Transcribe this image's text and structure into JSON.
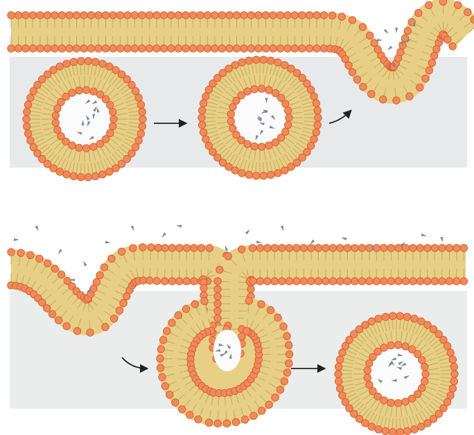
{
  "diagram": {
    "panels": [
      {
        "id": "top",
        "description_key": "vesicle-fusion",
        "steps": [
          "vesicle",
          "vesicle",
          "membrane-fusion"
        ]
      },
      {
        "id": "bottom",
        "description_key": "endocytosis",
        "steps": [
          "invagination",
          "budding-vesicle",
          "vesicle"
        ]
      }
    ],
    "colors": {
      "background_band": "#e8e9ea",
      "head_fill": "#f08a5d",
      "head_stroke": "#d9622e",
      "tail_layer": "#e7cf86",
      "tail_stroke": "#c9b061",
      "lumen": "#fbfbfb",
      "cargo": "#7f8a95",
      "arrow": "#222222"
    },
    "icons": [
      "arrow-right-icon",
      "curved-arrow-icon",
      "cargo-molecule-icon"
    ]
  }
}
